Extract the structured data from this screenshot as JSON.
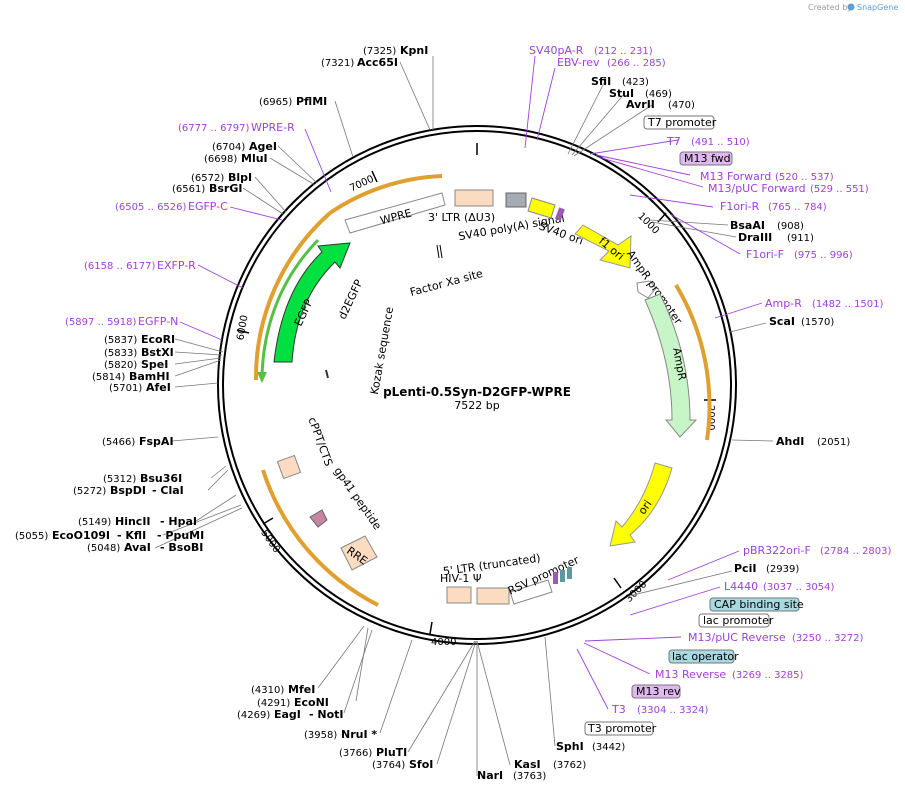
{
  "credit": {
    "created_by": "Created by",
    "brand": "SnapGene"
  },
  "plasmid": {
    "name": "pLenti-0.5Syn-D2GFP-WPRE",
    "length": "7522 bp"
  },
  "ticks": [
    "1000",
    "2000",
    "3000",
    "4000",
    "5000",
    "6000",
    "7000"
  ],
  "sites_right": [
    {
      "name": "SfiI",
      "pos": "(423)"
    },
    {
      "name": "StuI",
      "pos": "(469)"
    },
    {
      "name": "AvrII",
      "pos": "(470)"
    },
    {
      "name": "BsaAI",
      "pos": "(908)"
    },
    {
      "name": "DraIII",
      "pos": "(911)"
    },
    {
      "name": "ScaI",
      "pos": "(1570)"
    },
    {
      "name": "AhdI",
      "pos": "(2051)"
    },
    {
      "name": "PciI",
      "pos": "(2939)"
    },
    {
      "name": "SphI",
      "pos": "(3442)"
    },
    {
      "name": "KasI",
      "pos": "(3762)"
    },
    {
      "name": "NarI",
      "pos": "(3763)"
    }
  ],
  "sites_left": [
    {
      "name": "KpnI",
      "pos": "(7325)"
    },
    {
      "name": "Acc65I",
      "pos": "(7321)"
    },
    {
      "name": "PflMI",
      "pos": "(6965)"
    },
    {
      "name": "AgeI",
      "pos": "(6704)"
    },
    {
      "name": "MluI",
      "pos": "(6698)"
    },
    {
      "name": "BlpI",
      "pos": "(6572)"
    },
    {
      "name": "BsrGI",
      "pos": "(6561)"
    },
    {
      "name": "EcoRI",
      "pos": "(5837)"
    },
    {
      "name": "BstXI",
      "pos": "(5833)"
    },
    {
      "name": "SpeI",
      "pos": "(5820)"
    },
    {
      "name": "BamHI",
      "pos": "(5814)"
    },
    {
      "name": "AfeI",
      "pos": "(5701)"
    },
    {
      "name": "FspAI",
      "pos": "(5466)"
    },
    {
      "name": "Bsu36I",
      "pos": "(5312)"
    },
    {
      "name": "BspDI",
      "pos": "(5272)"
    },
    {
      "name": "- ClaI",
      "pos": ""
    },
    {
      "name": "HincII",
      "pos": "(5149)"
    },
    {
      "name": "- HpaI",
      "pos": ""
    },
    {
      "name": "EcoO109I",
      "pos": "(5055)"
    },
    {
      "name": "- KflI",
      "pos": ""
    },
    {
      "name": "- PpuMI",
      "pos": ""
    },
    {
      "name": "AvaI",
      "pos": "(5048)"
    },
    {
      "name": "- BsoBI",
      "pos": ""
    },
    {
      "name": "MfeI",
      "pos": "(4310)"
    },
    {
      "name": "EcoNI",
      "pos": "(4291)"
    },
    {
      "name": "EagI",
      "pos": "(4269)"
    },
    {
      "name": "- NotI",
      "pos": ""
    },
    {
      "name": "NruI *",
      "pos": "(3958)"
    },
    {
      "name": "PluTI",
      "pos": "(3766)"
    },
    {
      "name": "SfoI",
      "pos": "(3764)"
    }
  ],
  "primers": [
    {
      "name": "SV40pA-R",
      "pos": "(212 .. 231)"
    },
    {
      "name": "EBV-rev",
      "pos": "(266 .. 285)"
    },
    {
      "name": "T7",
      "pos": "(491 .. 510)"
    },
    {
      "name": "M13 Forward",
      "pos": "(520 .. 537)"
    },
    {
      "name": "M13/pUC Forward",
      "pos": "(529 .. 551)"
    },
    {
      "name": "F1ori-R",
      "pos": "(765 .. 784)"
    },
    {
      "name": "F1ori-F",
      "pos": "(975 .. 996)"
    },
    {
      "name": "Amp-R",
      "pos": "(1482 .. 1501)"
    },
    {
      "name": "pBR322ori-F",
      "pos": "(2784 .. 2803)"
    },
    {
      "name": "L4440",
      "pos": "(3037 .. 3054)"
    },
    {
      "name": "M13/pUC Reverse",
      "pos": "(3250 .. 3272)"
    },
    {
      "name": "M13 Reverse",
      "pos": "(3269 .. 3285)"
    },
    {
      "name": "T3",
      "pos": "(3304 .. 3324)"
    },
    {
      "name": "WPRE-R",
      "pos": "(6777 .. 6797)"
    },
    {
      "name": "EGFP-C",
      "pos": "(6505 .. 6526)"
    },
    {
      "name": "EXFP-R",
      "pos": "(6158 .. 6177)"
    },
    {
      "name": "EGFP-N",
      "pos": "(5897 .. 5918)"
    }
  ],
  "boxed": {
    "t7_promoter": "T7 promoter",
    "m13_fwd": "M13 fwd",
    "cap_binding_site": "CAP binding site",
    "lac_promoter": "lac promoter",
    "lac_operator": "lac operator",
    "m13_rev": "M13 rev",
    "t3_promoter": "T3 promoter"
  },
  "features": {
    "wpre": "WPRE",
    "ltr3": "3' LTR (ΔU3)",
    "sv40polya": "SV40 poly(A) signal",
    "sv40ori": "SV40 ori",
    "f1ori": "f1 ori",
    "factorxa": "Factor Xa site",
    "ampr_promoter": "AmpR promoter",
    "ampr": "AmpR",
    "ori": "ori",
    "egfp": "EGFP",
    "d2egfp": "d2EGFP",
    "kozak": "Kozak sequence",
    "cppt": "cPPT/CTS",
    "gp41": "gp41 peptide",
    "rre": "RRE",
    "ltr5": "5' LTR (truncated)",
    "hiv_psi": "HIV-1 Ψ",
    "rsv": "RSV promoter"
  }
}
